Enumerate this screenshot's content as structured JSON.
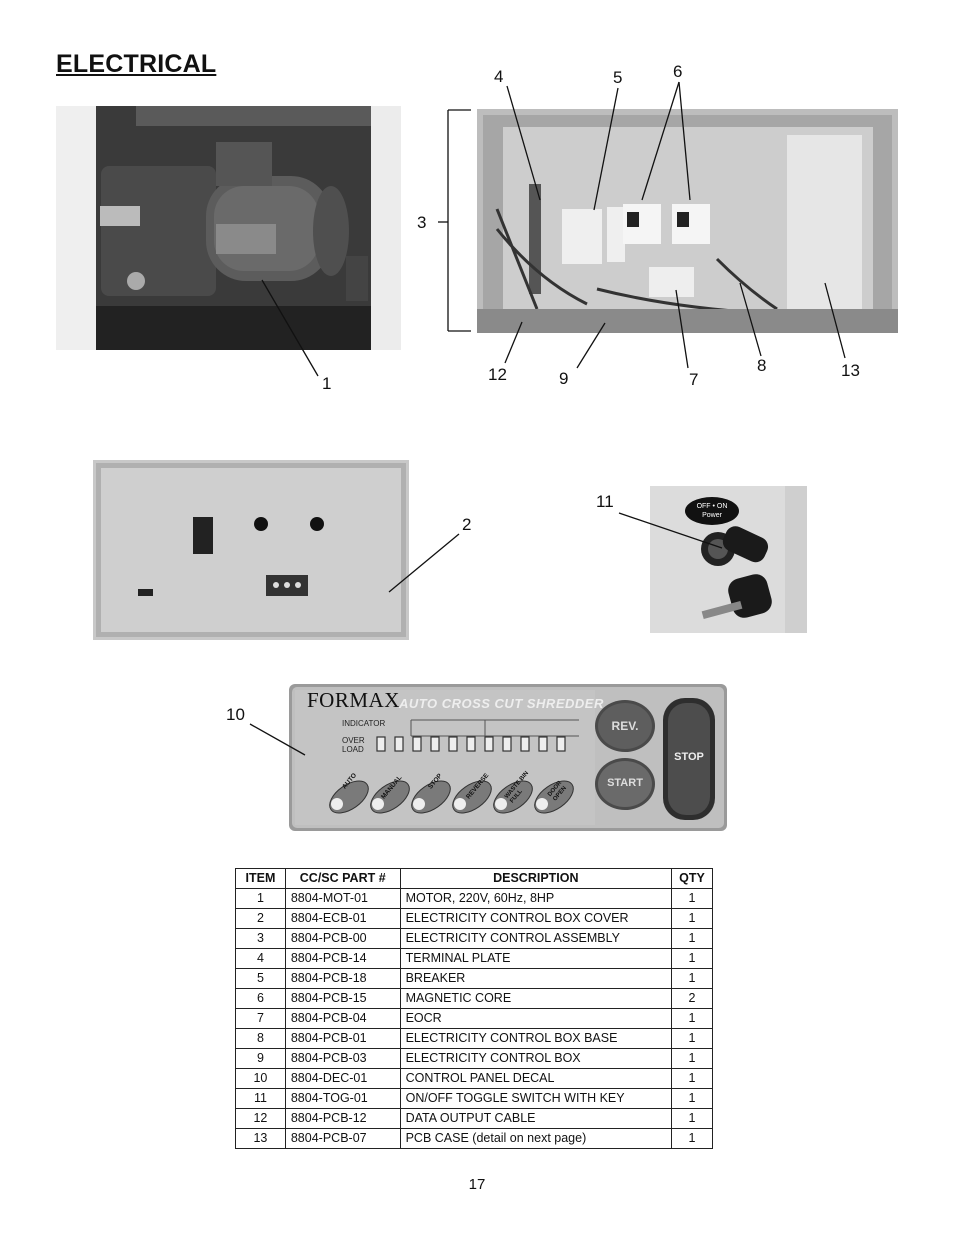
{
  "page": {
    "title": "ELECTRICAL",
    "page_number": "17"
  },
  "callouts": {
    "c1": "1",
    "c2": "2",
    "c3": "3",
    "c4": "4",
    "c5": "5",
    "c6": "6",
    "c7": "7",
    "c8": "8",
    "c9": "9",
    "c10": "10",
    "c11": "11",
    "c12": "12",
    "c13": "13"
  },
  "key_switch": {
    "label_top": "OFF • ON",
    "label_bottom": "Power"
  },
  "control_panel": {
    "brand": "FORMAX",
    "product": "AUTO CROSS CUT SHREDDER",
    "indicator_label": "INDICATOR",
    "overload_label_1": "OVER",
    "overload_label_2": "LOAD",
    "rev_label": "REV.",
    "start_label": "START",
    "stop_label": "STOP",
    "lamps": [
      "AUTO",
      "MANUAL",
      "STOP",
      "REVERSE",
      "WASTE BIN FULL",
      "DOOR OPEN"
    ]
  },
  "parts_table": {
    "headers": [
      "ITEM",
      "CC/SC PART #",
      "DESCRIPTION",
      "QTY"
    ],
    "rows": [
      [
        "1",
        "8804-MOT-01",
        "MOTOR, 220V, 60Hz, 8HP",
        "1"
      ],
      [
        "2",
        "8804-ECB-01",
        "ELECTRICITY CONTROL BOX COVER",
        "1"
      ],
      [
        "3",
        "8804-PCB-00",
        "ELECTRICITY CONTROL ASSEMBLY",
        "1"
      ],
      [
        "4",
        "8804-PCB-14",
        "TERMINAL PLATE",
        "1"
      ],
      [
        "5",
        "8804-PCB-18",
        "BREAKER",
        "1"
      ],
      [
        "6",
        "8804-PCB-15",
        "MAGNETIC CORE",
        "2"
      ],
      [
        "7",
        "8804-PCB-04",
        "EOCR",
        "1"
      ],
      [
        "8",
        "8804-PCB-01",
        "ELECTRICITY CONTROL BOX BASE",
        "1"
      ],
      [
        "9",
        "8804-PCB-03",
        "ELECTRICITY CONTROL BOX",
        "1"
      ],
      [
        "10",
        "8804-DEC-01",
        "CONTROL PANEL DECAL",
        "1"
      ],
      [
        "11",
        "8804-TOG-01",
        "ON/OFF TOGGLE SWITCH WITH KEY",
        "1"
      ],
      [
        "12",
        "8804-PCB-12",
        "DATA OUTPUT CABLE",
        "1"
      ],
      [
        "13",
        "8804-PCB-07",
        "PCB CASE (detail on next page)",
        "1"
      ]
    ]
  }
}
